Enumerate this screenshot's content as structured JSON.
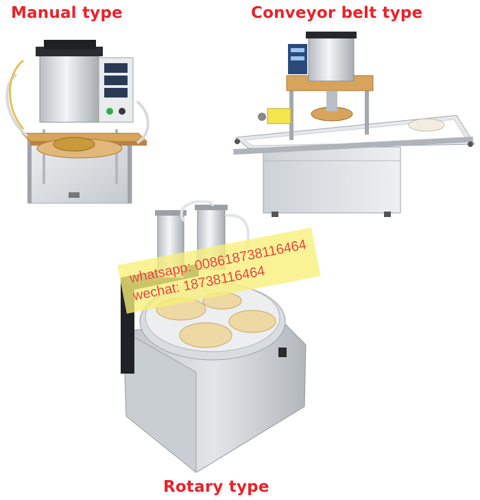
{
  "labels": {
    "manual": "Manual type",
    "conveyor": "Conveyor belt type",
    "rotary": "Rotary type"
  },
  "contact": {
    "whatsapp": "whatsapp: 008618738116464",
    "wechat": "wechat: 18738116464"
  },
  "colors": {
    "title_red": "#e8222a",
    "contact_red": "#e8432a",
    "highlight_yellow": "#f7f078",
    "steel": "#c9cdd2",
    "wood": "#d8a45c"
  }
}
